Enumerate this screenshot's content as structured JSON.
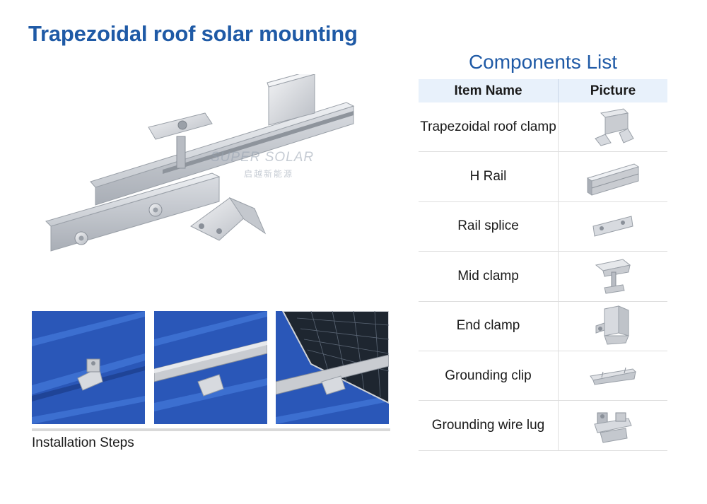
{
  "title": "Trapezoidal roof solar mounting",
  "watermark": {
    "brand": "SUPER SOLAR",
    "sub": "启越新能源"
  },
  "installation": {
    "caption": "Installation Steps"
  },
  "components": {
    "title": "Components List",
    "headers": {
      "name": "Item Name",
      "picture": "Picture"
    },
    "items": [
      {
        "name": "Trapezoidal roof clamp",
        "icon": "trapezoidal-roof-clamp-icon"
      },
      {
        "name": "H Rail",
        "icon": "h-rail-icon"
      },
      {
        "name": "Rail splice",
        "icon": "rail-splice-icon"
      },
      {
        "name": "Mid clamp",
        "icon": "mid-clamp-icon"
      },
      {
        "name": "End clamp",
        "icon": "end-clamp-icon"
      },
      {
        "name": "Grounding clip",
        "icon": "grounding-clip-icon"
      },
      {
        "name": "Grounding wire lug",
        "icon": "grounding-wire-lug-icon"
      }
    ]
  },
  "colors": {
    "title": "#1f5aa6",
    "header_bg": "#e8f1fb",
    "roof_blue": "#2a57b8",
    "aluminium": "#c9ccd1"
  }
}
